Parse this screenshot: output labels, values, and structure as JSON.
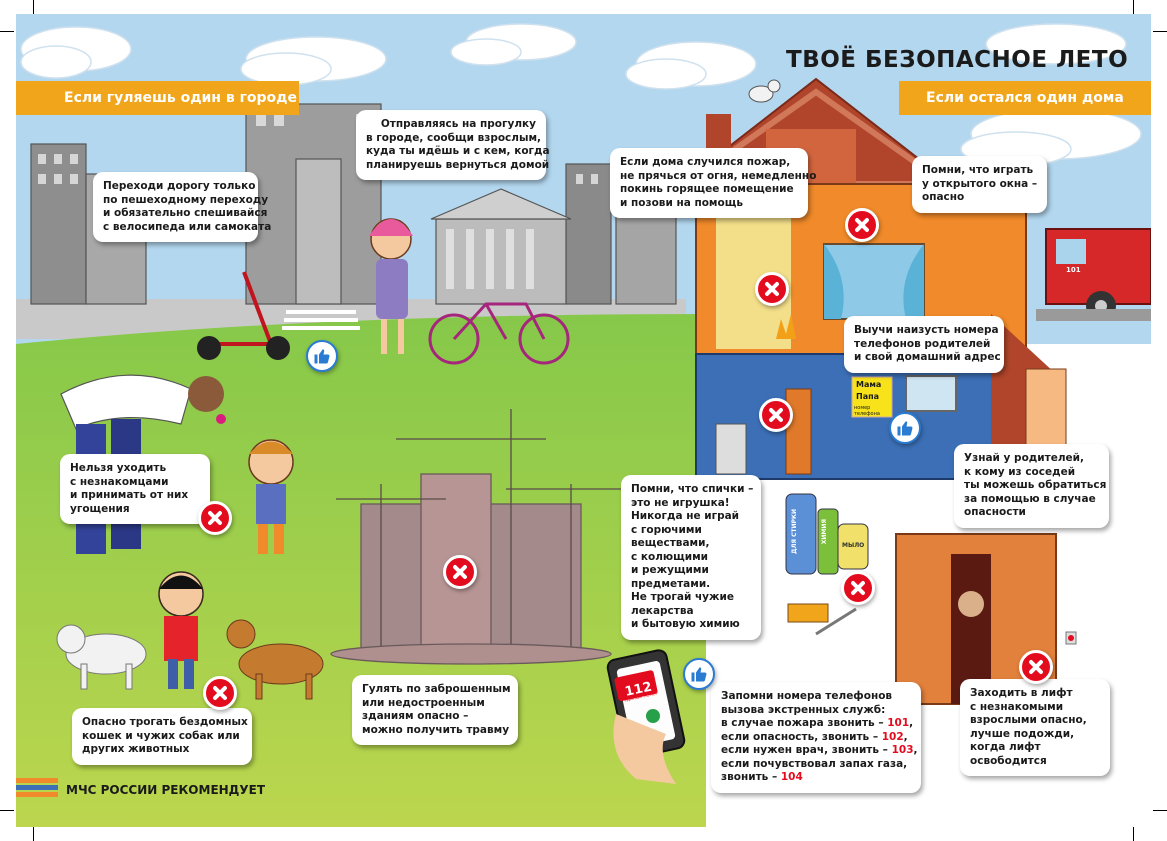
{
  "title": "ТВОЁ БЕЗОПАСНОЕ ЛЕТО",
  "sections": {
    "city": "Если гуляешь один в городе",
    "home": "Если остался один дома"
  },
  "footer": "МЧС РОССИИ РЕКОМЕНДУЕТ",
  "bubbles": {
    "crossing": [
      "Переходи дорогу только",
      "по пешеходному переходу",
      "и обязательно спешивайся",
      "с велосипеда или самоката"
    ],
    "walk": [
      "Отправляясь на прогулку",
      "в городе, сообщи взрослым,",
      "куда ты идёшь и с кем, когда",
      "планируешь вернуться домой"
    ],
    "fire": [
      "Если дома случился пожар,",
      "не прячься от огня, немедленно",
      "покинь горящее помещение",
      "и позови на помощь"
    ],
    "window": [
      "Помни, что играть",
      "у открытого окна –",
      "опасно"
    ],
    "phones": [
      "Выучи наизусть номера",
      "телефонов родителей",
      "и свой домашний адрес"
    ],
    "strangers": [
      "Нельзя уходить",
      "с незнакомцами",
      "и принимать от них",
      "угощения"
    ],
    "matches": [
      "Помни, что спички –",
      "это не игрушка!",
      "Никогда не играй",
      "с горючими",
      "веществами,",
      "с колющими",
      "и режущими",
      "предметами.",
      "Не трогай чужие",
      "лекарства",
      "и бытовую химию"
    ],
    "neighbors": [
      "Узнай у родителей,",
      "к кому из соседей",
      "ты можешь обратиться",
      "за помощью в случае",
      "опасности"
    ],
    "animals": [
      "Опасно трогать бездомных",
      "кошек  и чужих собак или",
      "других животных"
    ],
    "construction": [
      "Гулять по заброшенным",
      "или недостроенным",
      "зданиям  опасно –",
      "можно получить травму"
    ],
    "lift": [
      "Заходить в лифт",
      "с незнакомыми",
      "взрослыми опасно,",
      "лучше подожди,",
      "когда лифт",
      "освободится"
    ]
  },
  "emergency": {
    "intro": [
      "Запомни номера  телефонов",
      "вызова экстренных служб:"
    ],
    "lines": [
      {
        "text": "в случае пожара звонить  – ",
        "number": "101",
        "tail": ","
      },
      {
        "text": "если опасность, звонить    – ",
        "number": "102",
        "tail": ","
      },
      {
        "text": "если нужен врач, звонить – ",
        "number": "103",
        "tail": ","
      },
      {
        "text": "если почувствовал запах газа,",
        "number": "",
        "tail": ""
      },
      {
        "text": "звонить – ",
        "number": "104",
        "tail": ""
      }
    ]
  },
  "phone_screen": {
    "number": "112",
    "caption": "ЕДИНЫЙ НОМЕР"
  },
  "labels": {
    "note_mama": "Мама",
    "note_papa": "Папа",
    "note_caption": "номер телефона",
    "detergent": "ДЛЯ СТИРКИ",
    "chemicals": "ХИМИЯ",
    "soap": "МЫЛО",
    "firetruck": "101"
  },
  "colors": {
    "banner": "#f0a51b",
    "danger": "#e30b1e",
    "sky": "#b3d7ef",
    "grass": "#7fc241",
    "house_roof": "#b0452b",
    "house_wall": "#f08a2a"
  }
}
